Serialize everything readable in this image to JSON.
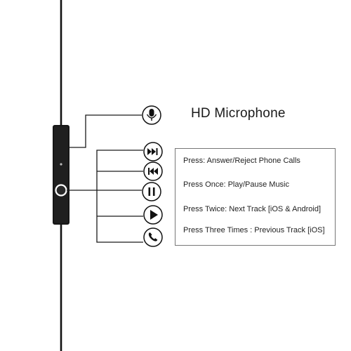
{
  "title": "HD Microphone",
  "instructions": [
    "Press: Answer/Reject Phone Calls",
    "Press Once: Play/Pause Music",
    "Press Twice: Next Track [iOS & Android]",
    "Press Three Times : Previous Track [iOS]"
  ],
  "icons": [
    "microphone-icon",
    "next-track-icon",
    "previous-track-icon",
    "pause-icon",
    "play-icon",
    "phone-icon"
  ]
}
